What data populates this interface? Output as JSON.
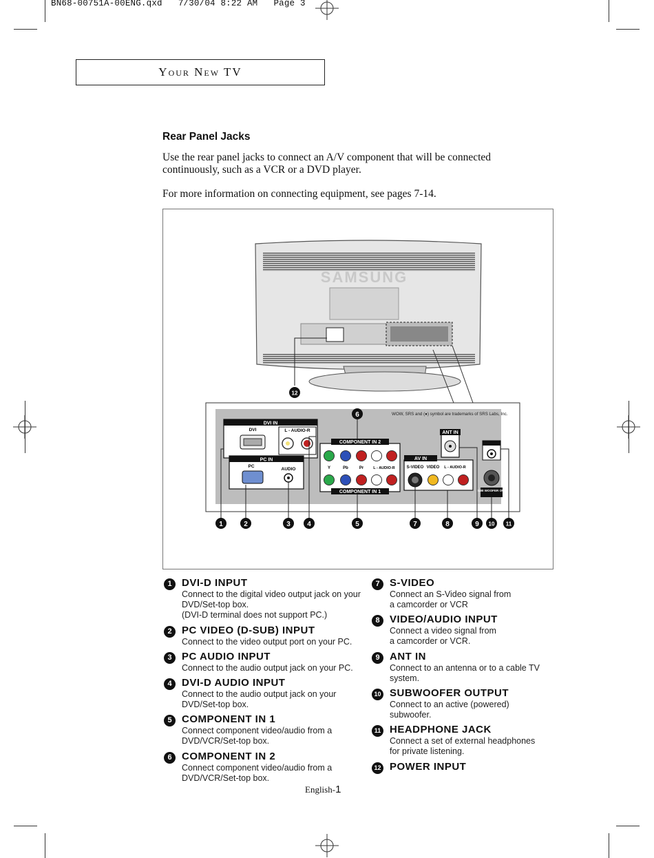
{
  "slug_line": "BN68-00751A-00ENG.qxd   7/30/04 8:22 AM   Page 3",
  "header": {
    "title": "Your New TV"
  },
  "section": {
    "title": "Rear Panel Jacks",
    "intro": "Use the rear panel jacks to connect an A/V component that will be connected continuously, such as a VCR or a DVD player.",
    "more_info": "For more information on connecting equipment, see pages 7-14."
  },
  "figure": {
    "brand": "SAMSUNG",
    "trademark_note": "WOW, SRS and (●) symbol are trademarks of SRS Labs, Inc.",
    "panel_labels": {
      "dvi_in": "DVI IN",
      "dvi": "DVI",
      "audio_lr": "L - AUDIO-R",
      "pc_in": "PC IN",
      "pc": "PC",
      "audio": "AUDIO",
      "component_in_2": "COMPONENT IN 2",
      "component_in_1": "COMPONENT IN 1",
      "y": "Y",
      "pb": "Pb",
      "pr": "Pr",
      "comp_audio": "L - AUDIO-R",
      "av_in": "AV IN",
      "s_video": "S-VIDEO",
      "video": "VIDEO",
      "av_audio": "L - AUDIO-R",
      "ant_in": "ANT IN",
      "subwoofer_out": "SUB WOOFER OUT"
    },
    "callouts": [
      "1",
      "2",
      "3",
      "4",
      "5",
      "6",
      "7",
      "8",
      "9",
      "10",
      "11",
      "12"
    ]
  },
  "items_left": [
    {
      "num": "1",
      "title": "DVI-D INPUT",
      "body": "Connect to the digital video output jack on your\nDVD/Set-top box.\n(DVI-D terminal does not support PC.)"
    },
    {
      "num": "2",
      "title": "PC VIDEO (D-SUB) INPUT",
      "body": "Connect to the video output port on your PC."
    },
    {
      "num": "3",
      "title": "PC AUDIO INPUT",
      "body": "Connect to the audio output jack on your PC."
    },
    {
      "num": "4",
      "title": "DVI-D AUDIO INPUT",
      "body": "Connect to the audio output jack on your\nDVD/Set-top box."
    },
    {
      "num": "5",
      "title": "COMPONENT IN 1",
      "body": "Connect component video/audio from a\nDVD/VCR/Set-top box."
    },
    {
      "num": "6",
      "title": "COMPONENT IN 2",
      "body": "Connect component video/audio from a\nDVD/VCR/Set-top box."
    }
  ],
  "items_right": [
    {
      "num": "7",
      "title": "S-VIDEO",
      "body": "Connect an S-Video signal from\na camcorder or VCR"
    },
    {
      "num": "8",
      "title": "VIDEO/AUDIO INPUT",
      "body": "Connect a video signal from\na camcorder or VCR."
    },
    {
      "num": "9",
      "title": "ANT IN",
      "body": "Connect to an antenna or to a cable TV\nsystem."
    },
    {
      "num": "10",
      "title": "SUBWOOFER OUTPUT",
      "body": "Connect to an active (powered)\nsubwoofer."
    },
    {
      "num": "11",
      "title": "HEADPHONE JACK",
      "body": "Connect a set of external headphones\nfor private listening."
    },
    {
      "num": "12",
      "title": "POWER INPUT",
      "body": ""
    }
  ],
  "footer": {
    "language": "English-",
    "page": "1"
  }
}
